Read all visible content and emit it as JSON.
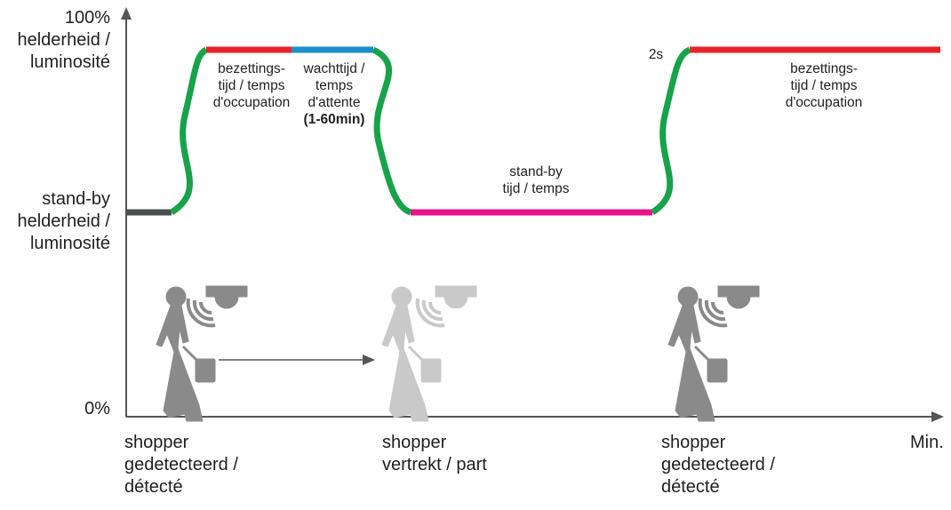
{
  "y_axis": {
    "top": "100%",
    "top_sub": [
      "helderheid /",
      "luminosité"
    ],
    "standby": [
      "stand-by",
      "helderheid /",
      "luminosité"
    ],
    "bottom": "0%"
  },
  "x_axis": {
    "unit": "Min."
  },
  "phases": {
    "occupancy_1": [
      "bezettings-",
      "tijd / temps",
      "d'occupation"
    ],
    "waiting": [
      "wachttijd /",
      "temps",
      "d'attente"
    ],
    "waiting_range": "(1-60min)",
    "standby": [
      "stand-by",
      "tijd / temps"
    ],
    "ramp_time": "2s",
    "occupancy_2": [
      "bezettings-",
      "tijd / temps",
      "d'occupation"
    ]
  },
  "events": {
    "detected_1": [
      "shopper",
      "gedetecteerd /",
      "détecté"
    ],
    "leaves": [
      "shopper",
      "vertrekt / part"
    ],
    "detected_2": [
      "shopper",
      "gedetecteerd /",
      "détecté"
    ]
  },
  "colors": {
    "axis": "#555555",
    "baseline": "#4a4f4f",
    "ramp": "#16a34a",
    "occupancy": "#e8232a",
    "waiting": "#1b8fcb",
    "standby": "#e6138d",
    "figure": "#8a8a8a",
    "figure_faded": "#c9c9c9"
  },
  "icons": [
    "shopper-figure",
    "motion-sensor-icon",
    "arrow-right"
  ]
}
